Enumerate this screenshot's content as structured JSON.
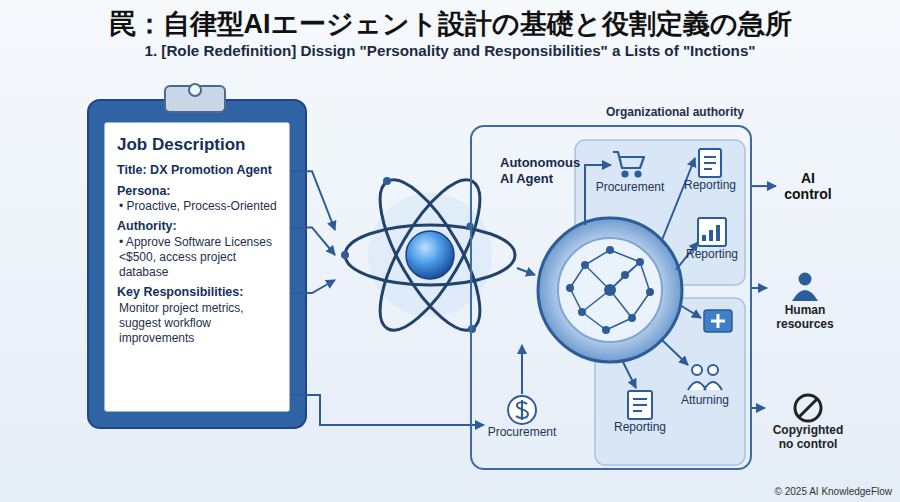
{
  "diagram": {
    "title": "罠：自律型AIエージェント設計の基礎と役割定義の急所",
    "nodes": [
      {
        "text": [
          "Job Description",
          "Title: DX Promotion Agent",
          "Persona:",
          "• Proactive, Process-Oriented",
          "Authority:",
          "• Approve Software Licenses <$500, access project database",
          "Key Responsibilities:",
          "Monitor project metrics, suggest workflow improvements"
        ]
      },
      {
        "text": [
          "Autonomous AI Agent"
        ]
      },
      {
        "text": [
          "Organizational authority"
        ]
      },
      {
        "text": [
          "Procurement"
        ],
        "in": 2
      },
      {
        "text": [
          "Reporting"
        ],
        "in": 2
      },
      {
        "text": [
          "Reporting"
        ],
        "in": 2
      },
      {
        "text": [
          "Atturning"
        ],
        "in": 2
      },
      {
        "text": [
          "Reporting"
        ],
        "in": 2
      },
      {
        "text": [
          "Procurement"
        ],
        "in": 2
      },
      {
        "text": [
          "AI control"
        ]
      },
      {
        "text": [
          "Human resources"
        ]
      },
      {
        "text": [
          "Copyrighted no control"
        ]
      }
    ],
    "edges": [
      {
        "from": 0,
        "to": 1,
        "arrow": "to"
      },
      {
        "from": 0,
        "to": 1,
        "arrow": "to"
      },
      {
        "from": 0,
        "to": 1,
        "arrow": "to"
      },
      {
        "from": 0,
        "to": 8,
        "arrow": "to"
      },
      {
        "from": 8,
        "to": 1,
        "arrow": "to"
      },
      {
        "from": 2,
        "to": 9,
        "arrow": "to"
      },
      {
        "from": 2,
        "to": 10,
        "arrow": "to"
      },
      {
        "from": 2,
        "to": 11,
        "arrow": "to"
      }
    ],
    "labels": [
      "1. [Role Redefinition] Dissign \"Personality and Responsibilities\" a Lists of \"Inctions\"",
      "© 2025 AI KnowledgeFlow"
    ]
  }
}
